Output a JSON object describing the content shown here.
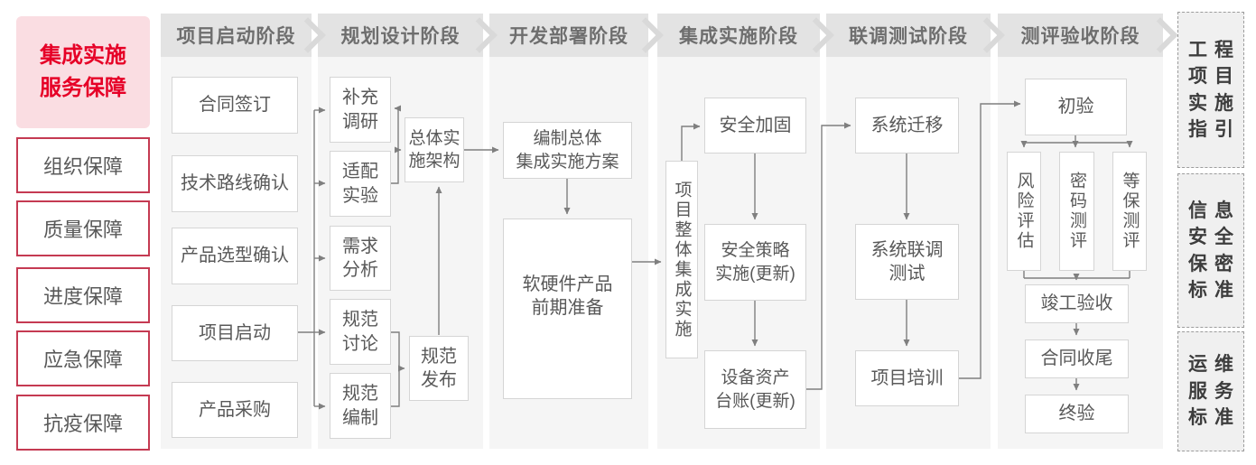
{
  "colors": {
    "accent_red": "#e60027",
    "pink_bg": "#fadde2",
    "red_box_border": "#c53a52",
    "strip_bg": "#f5f5f5",
    "header_bg": "#e3e3e3",
    "box_border": "#d5d5d5",
    "box_text": "#595959",
    "arrow": "#7f7f7f"
  },
  "left": {
    "title": "集成实施\n服务保障",
    "items": [
      "组织保障",
      "质量保障",
      "进度保障",
      "应急保障",
      "抗疫保障"
    ]
  },
  "phases": [
    "项目启动阶段",
    "规划设计阶段",
    "开发部署阶段",
    "集成实施阶段",
    "联调测试阶段",
    "测评验收阶段"
  ],
  "nodes": {
    "contract_sign": "合同签订",
    "tech_route": "技术路线确认",
    "product_selection": "产品选型确认",
    "project_kickoff": "项目启动",
    "procurement": "产品采购",
    "supplementary_research": "补充\n调研",
    "adaptation_test": "适配\n实验",
    "requirement_analysis": "需求\n分析",
    "spec_discussion": "规范\n讨论",
    "spec_drafting": "规范\n编制",
    "overall_architecture": "总体实\n施架构",
    "spec_release": "规范\n发布",
    "overall_plan": "编制总体\n集成实施方案",
    "product_preparation": "软硬件产品\n前期准备",
    "overall_integration": "项目整体集成实施",
    "security_hardening": "安全加固",
    "security_policy": "安全策略\n实施(更新)",
    "asset_ledger": "设备资产\n台账(更新)",
    "system_migration": "系统迁移",
    "joint_testing": "系统联调\n测试",
    "project_training": "项目培训",
    "initial_acceptance": "初验",
    "risk_assessment": "风险评估",
    "crypto_testing": "密码测评",
    "mlps_testing": "等保测评",
    "completion_acceptance": "竣工验收",
    "contract_closure": "合同收尾",
    "final_acceptance": "终验"
  },
  "right": {
    "items": [
      "工程\n项目\n实施\n指引",
      "信息\n安全\n保密\n标准",
      "运维\n服务\n标准"
    ]
  }
}
